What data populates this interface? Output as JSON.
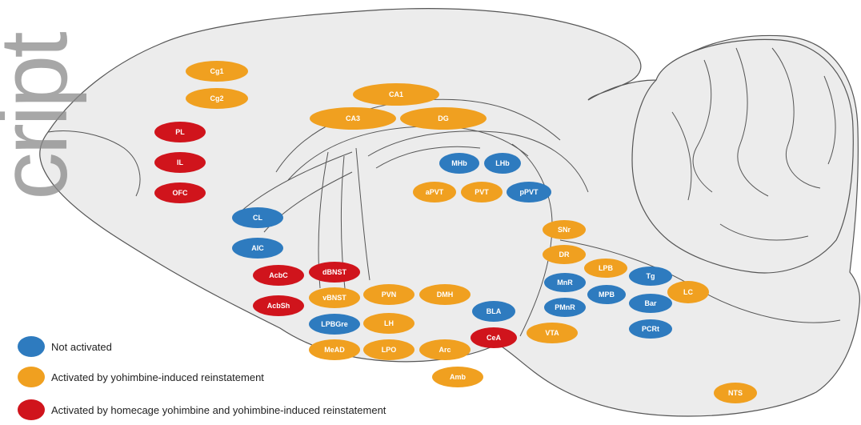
{
  "colors": {
    "not_activated": "#2e7bbf",
    "yohimbine": "#f0a020",
    "both": "#d0141c",
    "brain_fill": "#ececec",
    "outline": "#555555"
  },
  "watermark": "cript",
  "legend": [
    {
      "label": "Not activated",
      "color": "#2e7bbf"
    },
    {
      "label": "Activated by yohimbine-induced reinstatement",
      "color": "#f0a020"
    },
    {
      "label": "Activated by homecage yohimbine and yohimbine-induced reinstatement",
      "color": "#d0141c"
    }
  ],
  "regions": [
    {
      "label": "Cg1",
      "color": "#f0a020"
    },
    {
      "label": "Cg2",
      "color": "#f0a020"
    },
    {
      "label": "PL",
      "color": "#d0141c"
    },
    {
      "label": "IL",
      "color": "#d0141c"
    },
    {
      "label": "OFC",
      "color": "#d0141c"
    },
    {
      "label": "CA1",
      "color": "#f0a020"
    },
    {
      "label": "CA3",
      "color": "#f0a020"
    },
    {
      "label": "DG",
      "color": "#f0a020"
    },
    {
      "label": "MHb",
      "color": "#2e7bbf"
    },
    {
      "label": "LHb",
      "color": "#2e7bbf"
    },
    {
      "label": "aPVT",
      "color": "#f0a020"
    },
    {
      "label": "PVT",
      "color": "#f0a020"
    },
    {
      "label": "pPVT",
      "color": "#2e7bbf"
    },
    {
      "label": "CL",
      "color": "#2e7bbf"
    },
    {
      "label": "AIC",
      "color": "#2e7bbf"
    },
    {
      "label": "AcbC",
      "color": "#d0141c"
    },
    {
      "label": "AcbSh",
      "color": "#d0141c"
    },
    {
      "label": "dBNST",
      "color": "#d0141c"
    },
    {
      "label": "vBNST",
      "color": "#f0a020"
    },
    {
      "label": "LPBGre",
      "color": "#2e7bbf"
    },
    {
      "label": "MeAD",
      "color": "#f0a020"
    },
    {
      "label": "PVN",
      "color": "#f0a020"
    },
    {
      "label": "DMH",
      "color": "#f0a020"
    },
    {
      "label": "BLA",
      "color": "#2e7bbf"
    },
    {
      "label": "LH",
      "color": "#f0a020"
    },
    {
      "label": "CeA",
      "color": "#d0141c"
    },
    {
      "label": "LPO",
      "color": "#f0a020"
    },
    {
      "label": "Arc",
      "color": "#f0a020"
    },
    {
      "label": "VTA",
      "color": "#f0a020"
    },
    {
      "label": "SNr",
      "color": "#f0a020"
    },
    {
      "label": "DR",
      "color": "#f0a020"
    },
    {
      "label": "MnR",
      "color": "#2e7bbf"
    },
    {
      "label": "PMnR",
      "color": "#2e7bbf"
    },
    {
      "label": "LPB",
      "color": "#f0a020"
    },
    {
      "label": "MPB",
      "color": "#2e7bbf"
    },
    {
      "label": "Tg",
      "color": "#2e7bbf"
    },
    {
      "label": "Bar",
      "color": "#2e7bbf"
    },
    {
      "label": "PCRt",
      "color": "#2e7bbf"
    },
    {
      "label": "LC",
      "color": "#f0a020"
    },
    {
      "label": "Amb",
      "color": "#f0a020"
    },
    {
      "label": "NTS",
      "color": "#f0a020"
    }
  ]
}
